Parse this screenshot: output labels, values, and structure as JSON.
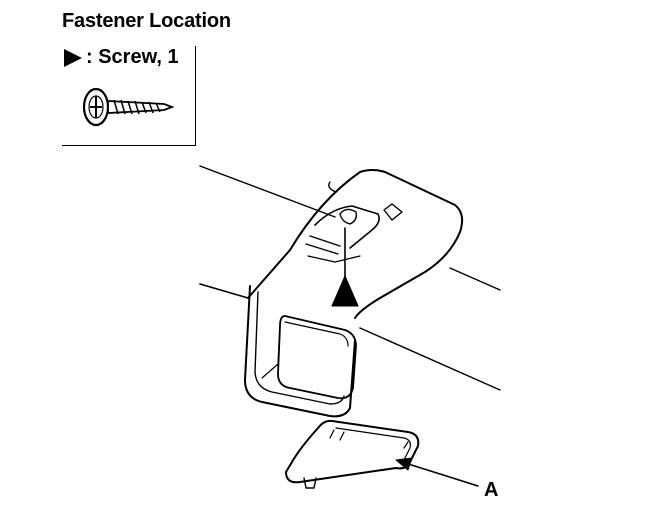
{
  "header": {
    "title": "Fastener Location"
  },
  "legend": {
    "label": ": Screw, 1",
    "marker_icon": "triangle-marker-icon",
    "screw_icon": "screw-icon"
  },
  "callouts": {
    "a": "A"
  }
}
